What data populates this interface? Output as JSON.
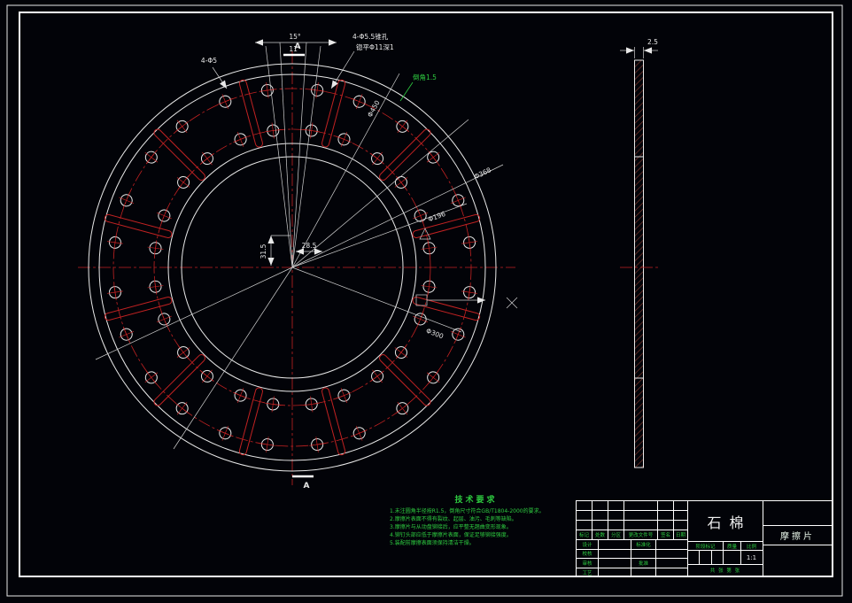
{
  "colors": {
    "background": "#020308",
    "line_white": "#e8e8e8",
    "line_red": "#c22222",
    "annotation_green": "#2ecc40"
  },
  "annotations": {
    "callout_left": "4-Φ5",
    "callout_right_1": "4-Φ5.5锥孔",
    "callout_right_2": "锪平Φ11深1",
    "chamfer": "倒角1.5",
    "angle_outer": "15°",
    "angle_inner": "11°",
    "dia_outer": "Φ450",
    "dia_mid": "Φ368",
    "dia_bore": "Φ196",
    "dia_bolt": "Φ300",
    "dim_v": "31.5",
    "dim_h": "28.5",
    "section_top": "A",
    "section_bottom": "A",
    "thickness": "2.5"
  },
  "tech_req": {
    "title": "技术要求",
    "items": [
      "1.未注圆角半径按R1.5，倒角尺寸符合GB/T1804-2000的要求。",
      "2.摩擦片表面不得有裂纹、起层、油污、毛刺等缺陷。",
      "3.摩擦片与从动盘铆接后，应平整无翘曲变形现象。",
      "4.铆钉头部应低于摩擦片表面，保证足够铆接强度。",
      "5.装配前摩擦表面须保持清洁干燥。"
    ]
  },
  "title_block": {
    "material": "石棉",
    "part_name": "摩擦片",
    "scale_value": "1:1",
    "sheets": "共 张 第 张",
    "h": {
      "mark": "标记",
      "count": "处数",
      "zone": "分区",
      "doc": "更改文件号",
      "sign": "签名",
      "date": "日期"
    },
    "r": {
      "design": "设计",
      "check": "校核",
      "audit": "审核",
      "process": "工艺",
      "std": "标准化",
      "approve": "批准"
    },
    "f": {
      "stage": "阶段标记",
      "weight": "质量",
      "scale": "比例"
    }
  }
}
